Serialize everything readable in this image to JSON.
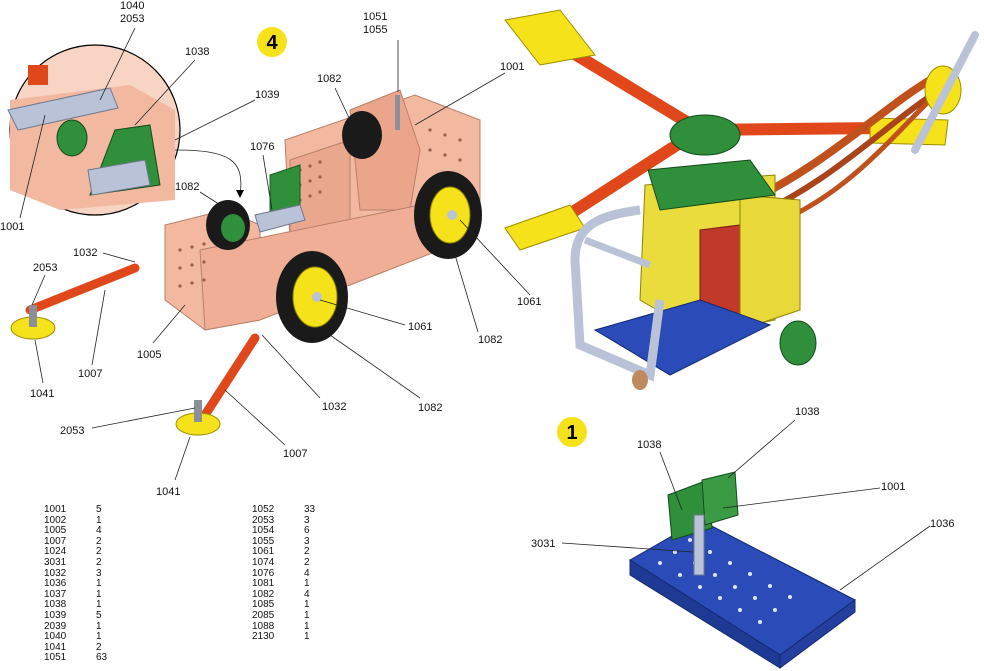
{
  "colors": {
    "salmon": "#f2b8a0",
    "salmon_dark": "#d9957a",
    "orange_red": "#e0481c",
    "yellow": "#f6e21a",
    "green": "#2f8f3a",
    "blue": "#2a4bb8",
    "silver": "#b9c2d6",
    "tire": "#1a1a1a",
    "step_badge": "#f6e21a"
  },
  "steps": {
    "step4": "4",
    "step1": "1"
  },
  "labels": {
    "s4_1040": "1040",
    "s4_2053_top": "2053",
    "s4_1038": "1038",
    "s4_1039": "1039",
    "s4_1001_left": "1001",
    "s4_1082_top": "1082",
    "s4_1051": "1051",
    "s4_1055": "1055",
    "s4_1001_right": "1001",
    "s4_1076": "1076",
    "s4_1082_mid": "1082",
    "s4_1032_top": "1032",
    "s4_2053_left": "2053",
    "s4_1007_left": "1007",
    "s4_1005": "1005",
    "s4_1041_left": "1041",
    "s4_1061_right": "1061",
    "s4_1082_right": "1082",
    "s4_1061_mid": "1061",
    "s4_1032_bottom": "1032",
    "s4_1082_bottom": "1082",
    "s4_2053_bottom": "2053",
    "s4_1007_bottom": "1007",
    "s4_1041_bottom": "1041",
    "s1_1038_top": "1038",
    "s1_1038_left": "1038",
    "s1_1001": "1001",
    "s1_1036": "1036",
    "s1_3031": "3031"
  },
  "parts_list": {
    "left": [
      [
        "1001",
        "5"
      ],
      [
        "1002",
        "1"
      ],
      [
        "1005",
        "4"
      ],
      [
        "1007",
        "2"
      ],
      [
        "1024",
        "2"
      ],
      [
        "3031",
        "2"
      ],
      [
        "1032",
        "3"
      ],
      [
        "1036",
        "1"
      ],
      [
        "1037",
        "1"
      ],
      [
        "1038",
        "1"
      ],
      [
        "1039",
        "5"
      ],
      [
        "2039",
        "1"
      ],
      [
        "1040",
        "1"
      ],
      [
        "1041",
        "2"
      ],
      [
        "1051",
        "63"
      ]
    ],
    "right": [
      [
        "1052",
        "33"
      ],
      [
        "2053",
        "3"
      ],
      [
        "1054",
        "6"
      ],
      [
        "1055",
        "3"
      ],
      [
        "1061",
        "2"
      ],
      [
        "1074",
        "2"
      ],
      [
        "1076",
        "4"
      ],
      [
        "1081",
        "1"
      ],
      [
        "1082",
        "4"
      ],
      [
        "1085",
        "1"
      ],
      [
        "2085",
        "1"
      ],
      [
        "1088",
        "1"
      ],
      [
        "2130",
        "1"
      ]
    ]
  }
}
